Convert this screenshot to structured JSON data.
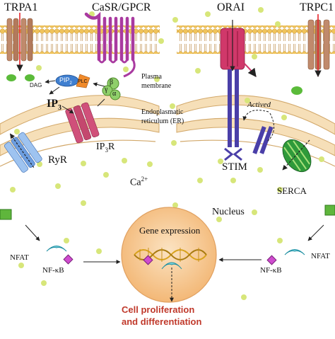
{
  "labels": {
    "trpa1": "TRPA1",
    "casr": "CaSR/GPCR",
    "orai": "ORAI",
    "trpc1": "TRPC1",
    "dag": "DAG",
    "pip2": "PIP",
    "pip2_sub": "2",
    "plc": "PLC",
    "beta": "β",
    "gamma": "γ",
    "alpha": "α",
    "plasma_membrane_1": "Plasma",
    "plasma_membrane_2": "membrane",
    "ip3": "IP",
    "ip3_sub": "3",
    "actived": "Actived",
    "er_1": "Endoplasmatic",
    "er_2": "reticulum (ER)",
    "ip3r": "IP",
    "ip3r_sub": "3",
    "ip3r_suffix": "R",
    "ryr": "RyR",
    "ca": "Ca",
    "ca_sup": "2+",
    "stim": "STIM",
    "serca": "SERCA",
    "nucleus": "Nucleus",
    "gene_expression": "Gene expression",
    "nfat_left": "NFAT",
    "nfkb_left": "NF-κB",
    "nfat_right": "NFAT",
    "nfkb_right": "NF-κB",
    "outcome_1": "Cell proliferation",
    "outcome_2": "and differentiation"
  },
  "colors": {
    "membrane_head": "#f0c35a",
    "membrane_tail": "#c89a50",
    "er_fill": "#f6dfb8",
    "ca_dot": "#d7e67a",
    "trpa1": "#c08a6c",
    "casr": "#a93aa0",
    "orai": "#d0386a",
    "stim": "#4a3fa8",
    "nucleus": "#f7c98f",
    "serca": "#2f9a3a",
    "ryr": "#6d9ee0",
    "ip3r": "#c4486e",
    "nfat": "#2fb2c6",
    "nfkb": "#cf4ccf",
    "outcome_text": "#c0392b",
    "green_box": "#5fb63c"
  }
}
